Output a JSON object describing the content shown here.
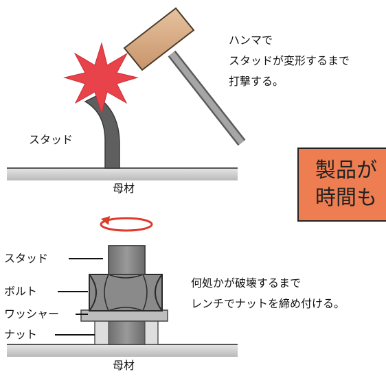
{
  "top": {
    "instruction_lines": [
      "ハンマで",
      "スタッドが変形するまで",
      "打撃する。"
    ],
    "stud_label": "スタッド",
    "base_label": "母材"
  },
  "callout": {
    "lines": [
      "製品が",
      "時間も"
    ],
    "fill": "#ee7e52"
  },
  "bottom": {
    "labels": {
      "stud": "スタッド",
      "bolt": "ボルト",
      "washer": "ワッシャー",
      "nut": "ナット"
    },
    "instruction_lines": [
      "何処かが破壊するまで",
      "レンチでナットを締め付ける。"
    ],
    "base_label": "母材"
  },
  "colors": {
    "impact": "#e8434a",
    "rotation_arrow": "#e03a2a",
    "hammer_head": "#d2a47a",
    "steel": "#8c8c8c",
    "base_plate": "#cfcfcf"
  }
}
